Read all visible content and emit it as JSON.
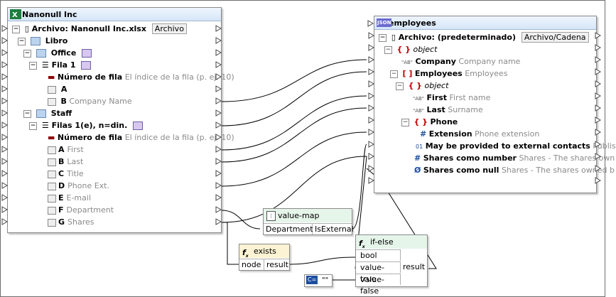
{
  "source": {
    "title": "Nanonull Inc",
    "archivo_label": "Archivo: Nanonull Inc.xlsx",
    "archivo_btn": "Archivo",
    "libro": "Libro",
    "office": "Office",
    "fila1": "Fila 1",
    "numero_fila": "Número de fila",
    "numero_fila_desc": "El índice de la fila (p. ej. 10)",
    "colA": "A",
    "colB": "B",
    "company_name": "Company Name",
    "staff": "Staff",
    "filas": "Filas 1(e), n=din.",
    "numero_fila2": "Número de fila",
    "numero_fila2_desc": "El índice de la fila (p. ej. 10)",
    "cols": [
      {
        "letter": "A",
        "name": "First"
      },
      {
        "letter": "B",
        "name": "Last"
      },
      {
        "letter": "C",
        "name": "Title"
      },
      {
        "letter": "D",
        "name": "Phone Ext."
      },
      {
        "letter": "E",
        "name": "E-mail"
      },
      {
        "letter": "F",
        "name": "Department"
      },
      {
        "letter": "G",
        "name": "Shares"
      }
    ]
  },
  "target": {
    "title": "employees",
    "json_badge": "JSON",
    "archivo_label": "Archivo: (predeterminado)",
    "archivo_btn": "Archivo/Cadena",
    "object1": "object",
    "company": "Company",
    "company_desc": "Company name",
    "employees": "Employees",
    "employees_desc": "Employees",
    "object2": "object",
    "first": "First",
    "first_desc": "First name",
    "last": "Last",
    "last_desc": "Surname",
    "phone": "Phone",
    "extension": "Extension",
    "extension_desc": "Phone extension",
    "may_be": "May be provided to external contacts",
    "may_be_desc": "Publis",
    "shares_num": "Shares como number",
    "shares_num_desc": "Shares - The shares own",
    "shares_null": "Shares como null",
    "shares_null_desc": "Shares - The shares owned b"
  },
  "value_map": {
    "title": "value-map",
    "input": "Department",
    "output": "IsExternal"
  },
  "exists": {
    "title": "exists",
    "input": "node",
    "output": "result"
  },
  "if_else": {
    "title": "if-else",
    "bool": "bool",
    "value_true": "value-true",
    "value_false": "value-false",
    "result": "result"
  },
  "constant": {
    "icon": "C=",
    "value": "\"\""
  }
}
